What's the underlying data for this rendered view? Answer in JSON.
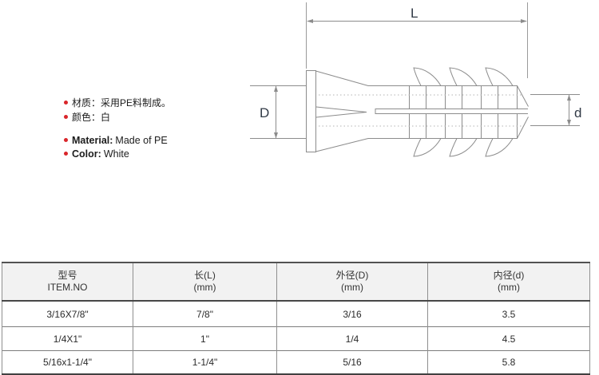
{
  "info": {
    "zh": [
      {
        "label": "材质：",
        "text": "采用PE料制成。"
      },
      {
        "label": "颜色：",
        "text": "白"
      }
    ],
    "en": [
      {
        "label": "Material:",
        "text": "Made of PE"
      },
      {
        "label": "Color:",
        "text": "White"
      }
    ]
  },
  "diagram": {
    "length_label": "L",
    "outer_diameter_label": "D",
    "inner_diameter_label": "d"
  },
  "table": {
    "headers": [
      {
        "line1": "型号",
        "line2": "ITEM.NO"
      },
      {
        "line1": "长(L)",
        "line2": "(mm)"
      },
      {
        "line1": "外径(D)",
        "line2": "(mm)"
      },
      {
        "line1": "内径(d)",
        "line2": "(mm)"
      }
    ],
    "rows": [
      [
        "3/16X7/8\"",
        "7/8\"",
        "3/16",
        "3.5"
      ],
      [
        "1/4X1\"",
        "1\"",
        "1/4",
        "4.5"
      ],
      [
        "5/16x1-1/4\"",
        "1-1/4\"",
        "5/16",
        "5.8"
      ]
    ]
  },
  "colors": {
    "bullet_red": "#d9252a",
    "drawing_line_gray": "#8c8c8c",
    "table_header_bg": "#f2f2f2",
    "text_dark": "#1c1c1c"
  }
}
